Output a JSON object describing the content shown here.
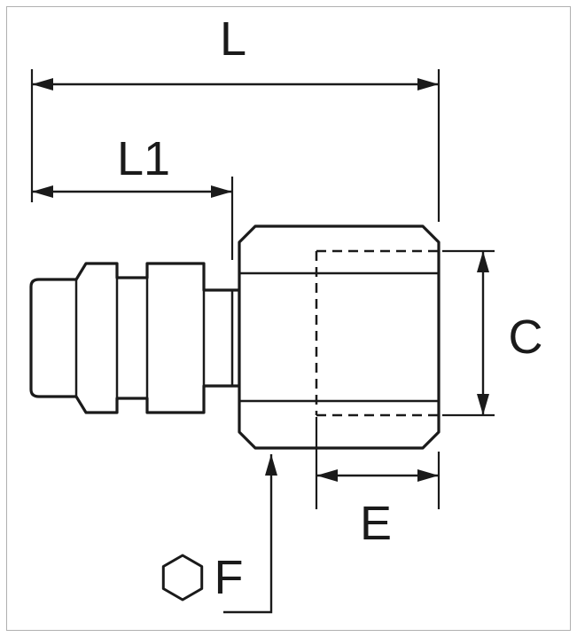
{
  "labels": {
    "overall_length": "L",
    "insertion_length": "L1",
    "thread_diameter": "C",
    "thread_depth": "E",
    "hex_flats": "F"
  },
  "colors": {
    "line": "#1a1a1a",
    "background": "#ffffff",
    "frame": "#b0b0b0"
  }
}
